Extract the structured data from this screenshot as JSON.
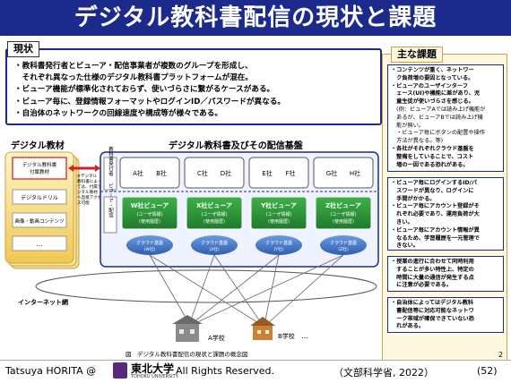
{
  "title": "デジタル教科書配信の現状と課題",
  "current_status": {
    "label": "現状",
    "lines": [
      "・教科書発行者とビューア・配信事業者が複数のグループを形成し、",
      "　それぞれ異なった仕様のデジタル教科書プラットフォームが混在。",
      "・ビューア機能が標準化されておらず、使いづらさに繋がるケースがある。",
      "・ビューア毎に、登録情報フォーマットやログインID／パスワードが異なる。",
      "・自治体のネットワークの回線速度や構成等が様々である。"
    ]
  },
  "issues": {
    "label": "主な課題",
    "box1": [
      "・コンテンツが重く、ネットワー",
      "　ク負荷増の要因となっている。",
      "・ビューアのユーザインターフ",
      "　ェース(UI)や機能に差があり、児",
      "　童生徒が使いづらさを感じる。",
      "　(例：ビューアAでは読み上げ機能が",
      "　あるが、ビューアBでは読み上げ機",
      "　能が無い。",
      "　・ビューア毎にボタンの配置や操作",
      "　方法が異なる。等)",
      "・各社がそれぞれクラウド基盤を",
      "　整備をしていることで、コスト",
      "　増の一因である恐れがある。"
    ],
    "box2": [
      "・ビューア毎にログインするID/パ",
      "　スワードが異なり、ログインに",
      "　手間がかかる。",
      "・ビューア毎にアカウント登録がそ",
      "　れぞれ必要であり、運用負荷が大",
      "　きい。",
      "・ビューア毎にアカウント情報が異",
      "　なるため、学習履歴を一元管理で",
      "　きない。"
    ],
    "box3": [
      "・授業の進行に合わせて同時利用",
      "　することが多い特性上、特定の",
      "　時間に大量の通信が発生する点",
      "　に注意が必要である。"
    ],
    "box4": [
      "・自治体によってはデジタル教科",
      "　書配信等に対応可能なネットワ",
      "　ーク帯域が確保できていない恐",
      "　れがある。"
    ]
  },
  "diagram": {
    "digital_materials_label": "デジタル教材",
    "platform_label": "デジタル教科書及びその配信基盤",
    "stack_items": [
      "デジタル教科書\n付属教材",
      "デジタルドリル",
      "画像・動画コンテンツ",
      "…"
    ],
    "note_text": [
      "※デジタル",
      "教科書によっ",
      "ては、付属デ",
      "ジタル教材",
      "へ直接アクセ",
      "ス可能"
    ],
    "publisher_vertical": "教科書発行者",
    "viewer_vertical": "ビューア・配信",
    "groups": [
      {
        "pubs": [
          "A社",
          "B社"
        ],
        "viewer": "W社ビューア",
        "sub1": "(ユーザ情報)",
        "sub2": "(使用履歴)",
        "cloud": "クラウド基盤",
        "cloud_sub": "(W社)"
      },
      {
        "pubs": [
          "C社",
          "D社"
        ],
        "viewer": "X社ビューア",
        "sub1": "(ユーザ情報)",
        "sub2": "(使用履歴)",
        "cloud": "クラウド基盤",
        "cloud_sub": "(X社)"
      },
      {
        "pubs": [
          "E社",
          "F社"
        ],
        "viewer": "Y社ビューア",
        "sub1": "(ユーザ情報)",
        "sub2": "(使用履歴)",
        "cloud": "クラウド基盤",
        "cloud_sub": "(Y社)"
      },
      {
        "pubs": [
          "G社",
          "H社"
        ],
        "viewer": "Z社ビューア",
        "sub1": "(ユーザ情報)",
        "sub2": "(使用履歴)",
        "cloud": "クラウド基盤",
        "cloud_sub": "(Z社)"
      }
    ],
    "internet_label": "インターネット網",
    "school_a": "A学校",
    "school_b": "B学校",
    "dots": "…",
    "caption": "図　デジタル教科書配信の現状と課題の概念図"
  },
  "footer": {
    "author": "Tatsuya HORITA @",
    "univ_jp": "東北大学",
    "univ_en": "TOHOKU UNIVERSITY",
    "rights": "All Rights Reserved.",
    "source": "（文部科学省, 2022）",
    "page": "(52)",
    "slide_no": "2"
  },
  "colors": {
    "title_bg": "#1c2a8c",
    "viewer_green": "#2e9b3a",
    "cloud_blue": "#3d73c8",
    "arrow_red": "#d62020"
  }
}
